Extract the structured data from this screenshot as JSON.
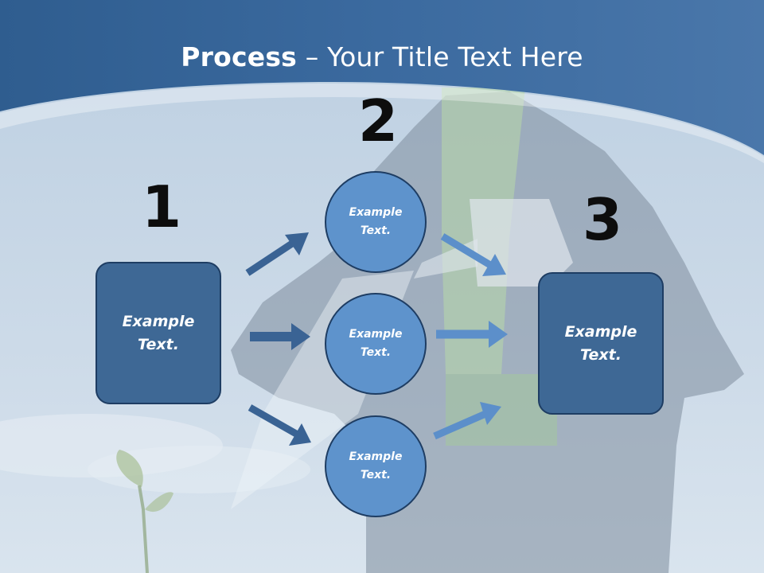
{
  "slide": {
    "title_bold": "Process",
    "title_rest": " – Your Title Text Here"
  },
  "steps": {
    "num1": "1",
    "num2": "2",
    "num3": "3"
  },
  "nodes": {
    "left_box": "Example\nText.",
    "circle_top": "Example\nText.",
    "circle_mid": "Example\nText.",
    "circle_bot": "Example\nText.",
    "right_box": "Example\nText."
  },
  "colors": {
    "header": "#3b679b",
    "box_fill": "#3e6895",
    "circle_fill": "#5e93cc",
    "arrow_dark": "#3a6394",
    "arrow_light": "#5c8fca"
  }
}
